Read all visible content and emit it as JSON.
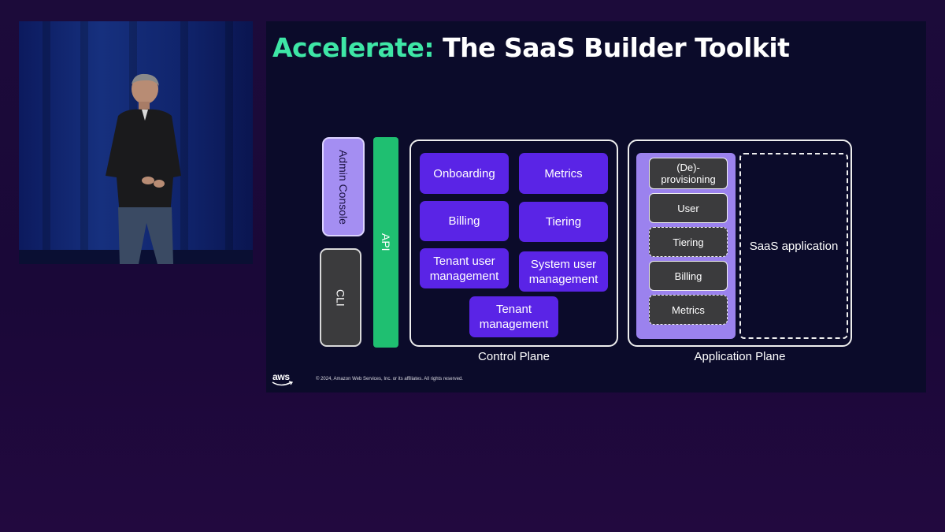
{
  "slide": {
    "title_accent": "Accelerate:",
    "title_rest": "The SaaS Builder Toolkit",
    "admin_console": "Admin Console",
    "cli": "CLI",
    "api": "API",
    "control_plane": {
      "label": "Control Plane",
      "items": [
        "Onboarding",
        "Metrics",
        "Billing",
        "Tiering",
        "Tenant user management",
        "System user management",
        "Tenant management"
      ]
    },
    "application_plane": {
      "label": "Application Plane",
      "items": [
        "(De)-provisioning",
        "User",
        "Tiering",
        "Billing",
        "Metrics"
      ],
      "saas_application": "SaaS application"
    },
    "logo": "aws",
    "copyright": "© 2024, Amazon Web Services, Inc. or its affiliates. All rights reserved."
  },
  "colors": {
    "accent": "#3ee6a6",
    "control_item": "#5a24e6",
    "api": "#1fbf71",
    "admin_console": "#a48ef2",
    "app_column": "#9b82ee",
    "dark_box": "#3b3b3d"
  }
}
